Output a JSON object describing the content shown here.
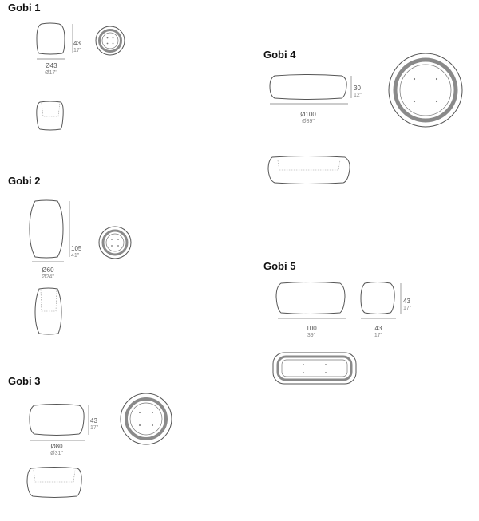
{
  "products": [
    {
      "title": "Gobi 1",
      "height_cm": "43",
      "height_in": "17\"",
      "dia_cm": "Ø43",
      "dia_in": "Ø17\""
    },
    {
      "title": "Gobi 2",
      "height_cm": "105",
      "height_in": "41\"",
      "dia_cm": "Ø60",
      "dia_in": "Ø24\""
    },
    {
      "title": "Gobi 3",
      "height_cm": "43",
      "height_in": "17\"",
      "dia_cm": "Ø80",
      "dia_in": "Ø31\""
    },
    {
      "title": "Gobi 4",
      "height_cm": "30",
      "height_in": "12\"",
      "dia_cm": "Ø100",
      "dia_in": "Ø39\""
    },
    {
      "title": "Gobi 5",
      "height_cm": "43",
      "height_in": "17\"",
      "length_cm": "100",
      "length_in": "39\"",
      "width_cm": "43",
      "width_in": "17\""
    }
  ]
}
